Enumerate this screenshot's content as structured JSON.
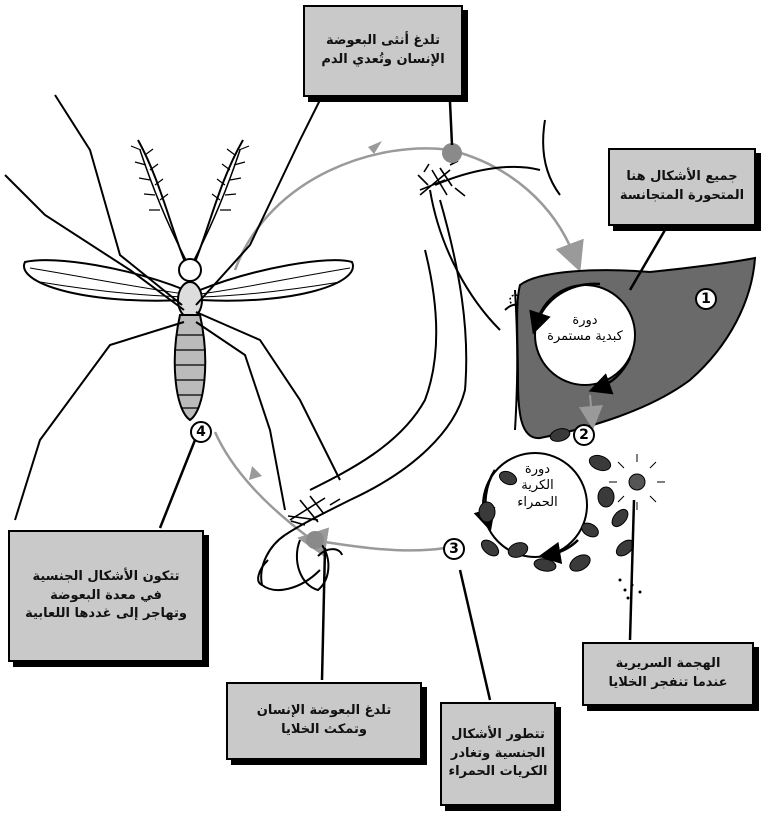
{
  "labels": {
    "top_box": [
      "تلدغ أنثى البعوضة",
      "الإنسان وتُعدي الدم"
    ],
    "liver_box": [
      "جميع الأشكال هنا",
      "المتحورة المتجانسة"
    ],
    "left_box": [
      "تتكون الأشكال الجنسية",
      "في معدة البعوضة",
      "وتهاجر إلى غددها اللعابية"
    ],
    "bottom_center_box": [
      "تلدغ البعوضة الإنسان",
      "وتمكث الخلايا"
    ],
    "bottom_right_box": [
      "تتطور الأشكال",
      "الجنسية وتغادر",
      "الكريات الحمراء"
    ],
    "right_box": [
      "الهجمة السريرية",
      "عندما تنفجر الخلايا"
    ],
    "liver_cycle": [
      "دورة",
      "كبدية مستمرة"
    ],
    "rbc_cycle": [
      "دورة",
      "الكرية",
      "الحمراء"
    ]
  },
  "numbers": [
    "1",
    "2",
    "3",
    "4"
  ],
  "colors": {
    "box_fill": "#c9c9c9",
    "liver_fill": "#6a6a6a",
    "cycle_arrow": "#9a9a9a",
    "ink": "#000000"
  }
}
